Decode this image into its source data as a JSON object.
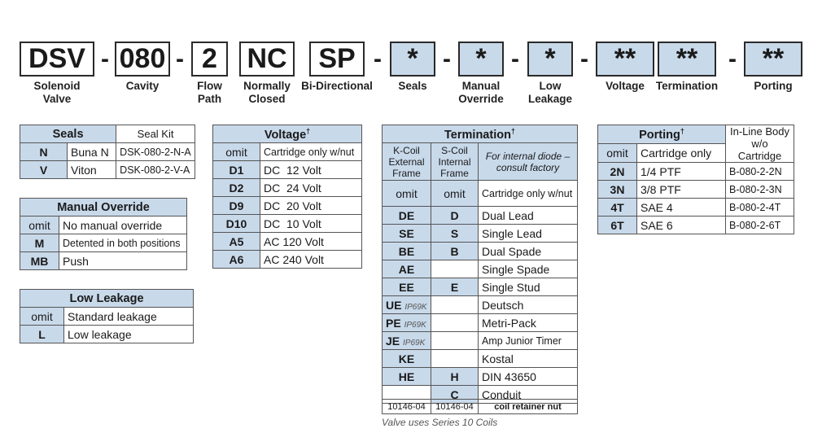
{
  "model_code": {
    "boxes": [
      "DSV",
      "080",
      "2",
      "NC",
      "SP",
      "*",
      "*",
      "*",
      "**",
      "**",
      "**"
    ],
    "labels": [
      "Solenoid Valve",
      "Cavity",
      "Flow Path",
      "Normally Closed",
      "Bi-Directional",
      "Seals",
      "Manual Override",
      "Low Leakage",
      "Voltage",
      "Termination",
      "Porting"
    ],
    "dash": "-"
  },
  "seals": {
    "title": "Seals",
    "kit_header": "Seal Kit",
    "rows": [
      [
        "N",
        "Buna N",
        "DSK-080-2-N-A"
      ],
      [
        "V",
        "Viton",
        "DSK-080-2-V-A"
      ]
    ]
  },
  "manual_override": {
    "title": "Manual Override",
    "rows": [
      [
        "omit",
        "No manual override"
      ],
      [
        "M",
        "Detented in both positions"
      ],
      [
        "MB",
        "Push"
      ]
    ]
  },
  "low_leakage": {
    "title": "Low Leakage",
    "rows": [
      [
        "omit",
        "Standard leakage"
      ],
      [
        "L",
        "Low leakage"
      ]
    ]
  },
  "voltage": {
    "title": "Voltage",
    "dagger": "†",
    "rows": [
      [
        "omit",
        "Cartridge only w/nut"
      ],
      [
        "D1",
        "DC  12 Volt"
      ],
      [
        "D2",
        "DC  24 Volt"
      ],
      [
        "D9",
        "DC  20 Volt"
      ],
      [
        "D10",
        "DC  10 Volt"
      ],
      [
        "A5",
        "AC 120 Volt"
      ],
      [
        "A6",
        "AC 240 Volt"
      ]
    ]
  },
  "termination": {
    "title": "Termination",
    "dagger": "†",
    "col_k": "K-Coil External Frame",
    "col_s": "S-Coil Internal Frame",
    "col_desc": "For internal diode – consult factory",
    "rows": [
      [
        "omit",
        "omit",
        "Cartridge only w/nut"
      ],
      [
        "DE",
        "D",
        "Dual Lead"
      ],
      [
        "SE",
        "S",
        "Single Lead"
      ],
      [
        "BE",
        "B",
        "Dual Spade"
      ],
      [
        "AE",
        "",
        "Single Spade"
      ],
      [
        "EE",
        "E",
        "Single Stud"
      ],
      [
        "UE",
        "",
        "Deutsch"
      ],
      [
        "PE",
        "",
        "Metri-Pack"
      ],
      [
        "JE",
        "",
        "Amp Junior Timer"
      ],
      [
        "KE",
        "",
        "Kostal"
      ],
      [
        "HE",
        "H",
        "DIN 43650"
      ],
      [
        "",
        "C",
        "Conduit"
      ]
    ],
    "ip_tag": "IP69K",
    "retainer": [
      "10146-04",
      "10146-04",
      "coil retainer nut"
    ],
    "note": "Valve uses Series 10 Coils"
  },
  "porting": {
    "title": "Porting",
    "dagger": "†",
    "body_header": "In-Line Body w/o Cartridge",
    "rows": [
      [
        "omit",
        "Cartridge only",
        ""
      ],
      [
        "2N",
        "1/4 PTF",
        "B-080-2-2N"
      ],
      [
        "3N",
        "3/8 PTF",
        "B-080-2-3N"
      ],
      [
        "4T",
        "SAE 4",
        "B-080-2-4T"
      ],
      [
        "6T",
        "SAE 6",
        "B-080-2-6T"
      ]
    ]
  }
}
